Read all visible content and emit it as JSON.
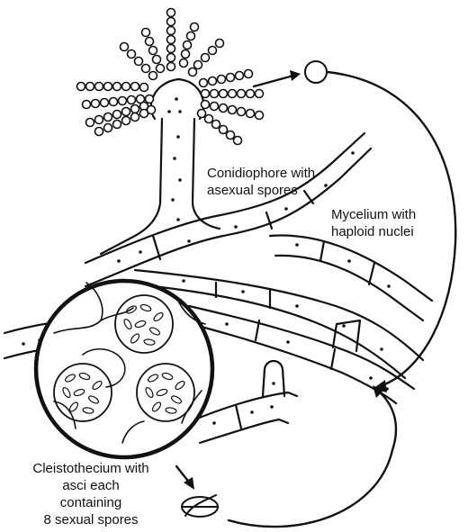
{
  "labels": {
    "conidiophore": [
      "Conidiophore with",
      "asexual spores"
    ],
    "mycelium": [
      "Mycelium with",
      "haploid nuclei"
    ],
    "cleistothecium": [
      "Cleistothecium with",
      "asci each",
      "containing",
      "8 sexual spores"
    ]
  },
  "colors": {
    "ink": "#111111",
    "paper": "#ffffff"
  }
}
